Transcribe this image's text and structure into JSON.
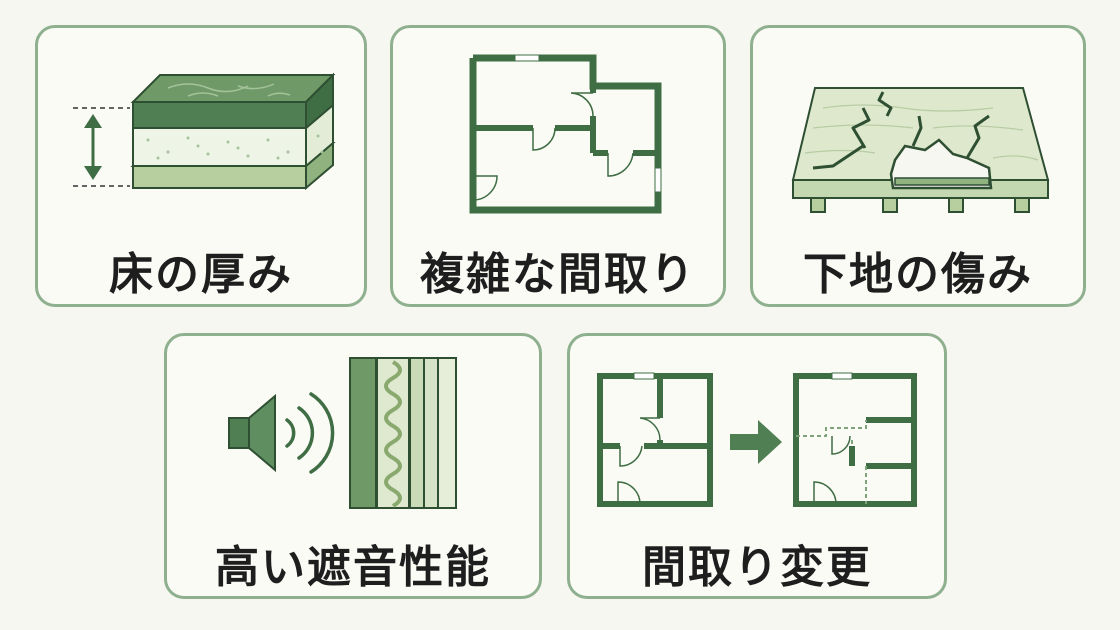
{
  "colors": {
    "border": "#8fb08f",
    "dark_green": "#4f7f52",
    "mid_green": "#8fb58a",
    "light_green": "#cfe0c0",
    "wall": "#3f6d44",
    "background": "#f7f7f1"
  },
  "cards": [
    {
      "id": "floor-thickness",
      "label": "床の厚み",
      "icon": "floor-layers-icon"
    },
    {
      "id": "complex-layout",
      "label": "複雑な間取り",
      "icon": "floor-plan-icon"
    },
    {
      "id": "subfloor-damage",
      "label": "下地の傷み",
      "icon": "cracked-floor-icon"
    },
    {
      "id": "sound-insulation",
      "label": "高い遮音性能",
      "icon": "sound-insulation-icon"
    },
    {
      "id": "layout-change",
      "label": "間取り変更",
      "icon": "layout-change-icon"
    }
  ]
}
